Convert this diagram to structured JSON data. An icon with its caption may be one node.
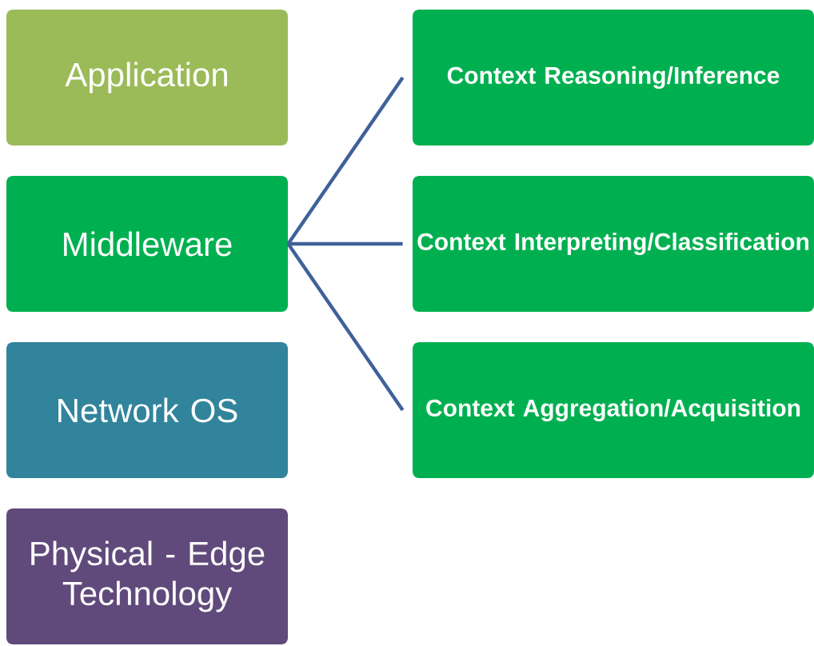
{
  "diagram": {
    "nodes": [
      {
        "text": [
          "Application"
        ]
      },
      {
        "text": [
          "Middleware"
        ]
      },
      {
        "text": [
          "Network OS"
        ]
      },
      {
        "text": [
          "Physical - Edge Technology"
        ]
      },
      {
        "text": [
          "Context Reasoning/Inference"
        ]
      },
      {
        "text": [
          "Context Interpreting/Classification"
        ]
      },
      {
        "text": [
          "Context Aggregation/Acquisition"
        ]
      }
    ],
    "edges": [
      {
        "from": 1,
        "to": 4,
        "arrow": "none"
      },
      {
        "from": 1,
        "to": 5,
        "arrow": "none"
      },
      {
        "from": 1,
        "to": 6,
        "arrow": "none"
      }
    ]
  }
}
